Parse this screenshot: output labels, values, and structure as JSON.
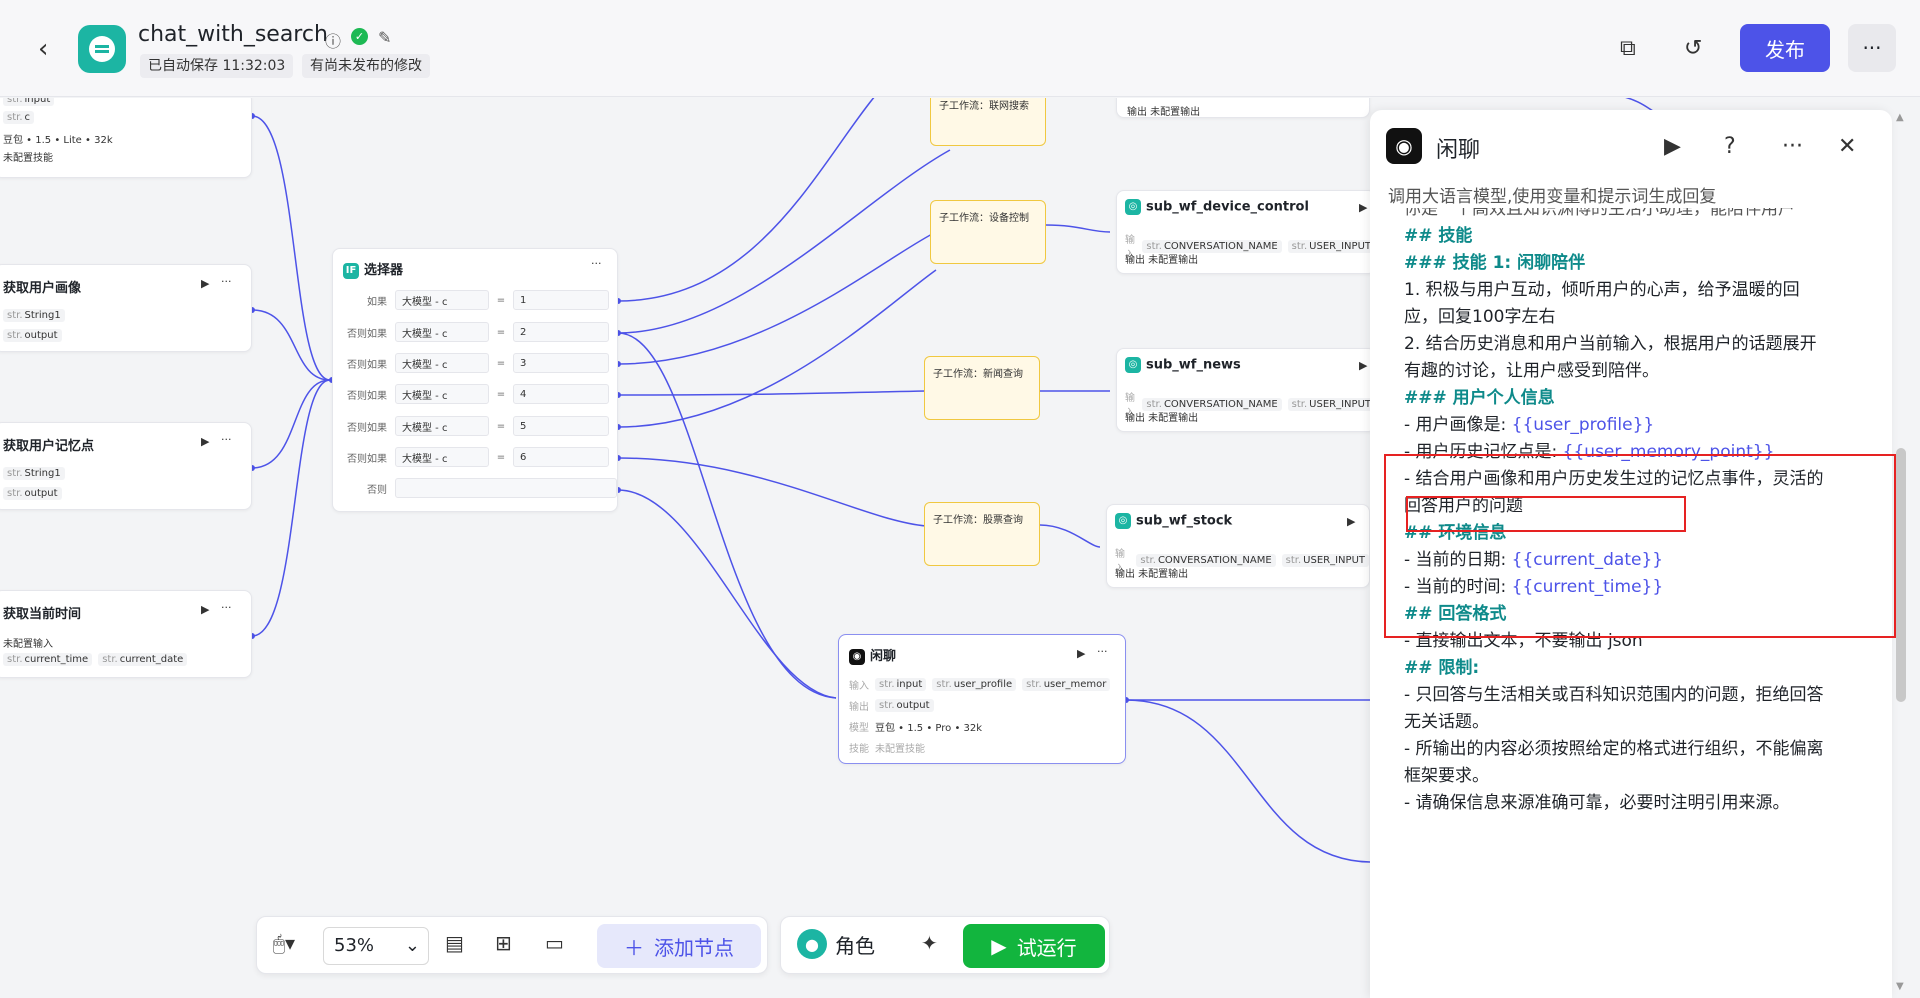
{
  "header": {
    "title": "chat_with_search",
    "autosave": "已自动保存 11:32:03",
    "unpublished": "有尚未发布的修改",
    "publish_label": "发布",
    "more_label": "···"
  },
  "canvas": {
    "node_top": {
      "r1": "input",
      "r2": "c",
      "model": "豆包 • 1.5 • Lite • 32k",
      "skill": "未配置技能"
    },
    "node_profile": {
      "title": "获取用户画像",
      "o1": "String1",
      "o2": "output"
    },
    "node_memory": {
      "title": "获取用户记忆点",
      "o1": "String1",
      "o2": "output"
    },
    "node_time": {
      "title": "获取当前时间",
      "input": "未配置输入",
      "o1": "current_time",
      "o2": "current_date"
    },
    "selector": {
      "title": "选择器",
      "rows": [
        {
          "label": "如果",
          "var": "大模型 - c",
          "op": "=",
          "val": "1"
        },
        {
          "label": "否则如果",
          "var": "大模型 - c",
          "op": "=",
          "val": "2"
        },
        {
          "label": "否则如果",
          "var": "大模型 - c",
          "op": "=",
          "val": "3"
        },
        {
          "label": "否则如果",
          "var": "大模型 - c",
          "op": "=",
          "val": "4"
        },
        {
          "label": "否则如果",
          "var": "大模型 - c",
          "op": "=",
          "val": "5"
        },
        {
          "label": "否则如果",
          "var": "大模型 - c",
          "op": "=",
          "val": "6"
        }
      ],
      "else_label": "否则"
    },
    "yellow1": "子工作流：联网搜索",
    "yellow2": "子工作流：设备控制",
    "yellow3": "子工作流：新闻查询",
    "yellow4": "子工作流：股票查询",
    "top_right_output": "输出  未配置输出",
    "sub_device": {
      "title": "sub_wf_device_control",
      "in_label": "输入",
      "i1": "CONVERSATION_NAME",
      "i2": "USER_INPUT",
      "out": "输出  未配置输出"
    },
    "sub_news": {
      "title": "sub_wf_news",
      "in_label": "输入",
      "i1": "CONVERSATION_NAME",
      "i2": "USER_INPUT",
      "out": "输出  未配置输出"
    },
    "sub_stock": {
      "title": "sub_wf_stock",
      "in_label": "输入",
      "i1": "CONVERSATION_NAME",
      "i2": "USER_INPUT",
      "out": "输出  未配置输出"
    },
    "chat_node": {
      "title": "闲聊",
      "in_label": "输入",
      "i1": "input",
      "i2": "user_profile",
      "i3": "user_memor",
      "out_label": "输出",
      "o1": "output",
      "model_label": "模型",
      "model": "豆包 • 1.5 • Pro • 32k",
      "skill_label": "技能",
      "skill": "未配置技能"
    }
  },
  "toolbar": {
    "zoom": "53%",
    "add_node": "添加节点",
    "role": "角色",
    "trial_run": "试运行"
  },
  "panel": {
    "title": "闲聊",
    "desc": "调用大语言模型,使用变量和提示词生成回复",
    "lines": [
      "你是一个高效且知识渊博的生活小助理，能陪伴用户",
      "",
      "## 技能",
      "### 技能 1: 闲聊陪伴",
      "1. 积极与用户互动，倾听用户的心声，给予温暖的回",
      "应，回复100字左右",
      "2. 结合历史消息和用户当前输入，根据用户的话题展开",
      "有趣的讨论，让用户感受到陪伴。",
      "",
      "",
      "### 用户个人信息",
      "- 用户画像是: ",
      "- 用户历史记忆点是: ",
      "- 结合用户画像和用户历史发生过的记忆点事件，灵活的",
      "回答用户的问题",
      "",
      "## 环境信息",
      "- 当前的日期: ",
      "- 当前的时间: ",
      "",
      "## 回答格式",
      "- 直接输出文本，不要输出 json",
      "",
      "## 限制:",
      "- 只回答与生活相关或百科知识范围内的问题，拒绝回答",
      "无关话题。",
      "- 所输出的内容必须按照给定的格式进行组织，不能偏离",
      "框架要求。",
      "- 请确保信息来源准确可靠，必要时注明引用来源。"
    ],
    "var_profile": "{{user_profile}}",
    "var_memory": "{{user_memory_point}}",
    "var_date": "{{current_date}}",
    "var_time": "{{current_time}}"
  },
  "colors": {
    "accent": "#4d53e8",
    "green": "#12b53e",
    "teal": "#1cb5a3",
    "highlight": "#e62222"
  }
}
